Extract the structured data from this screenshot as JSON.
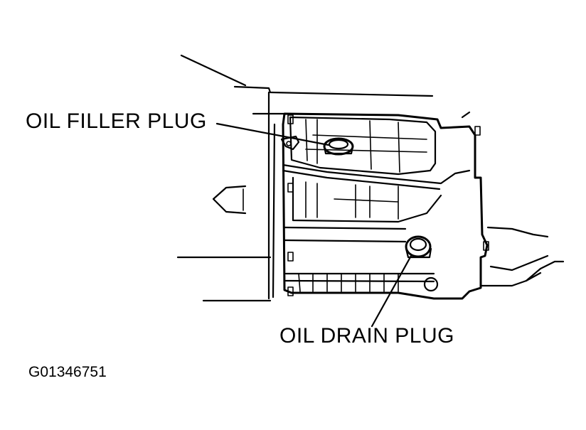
{
  "labels": {
    "oil_filler_plug": "OIL FILLER PLUG",
    "oil_drain_plug": "OIL DRAIN PLUG",
    "figure_id": "G01346751"
  },
  "colors": {
    "line": "#000000",
    "background": "#ffffff"
  }
}
